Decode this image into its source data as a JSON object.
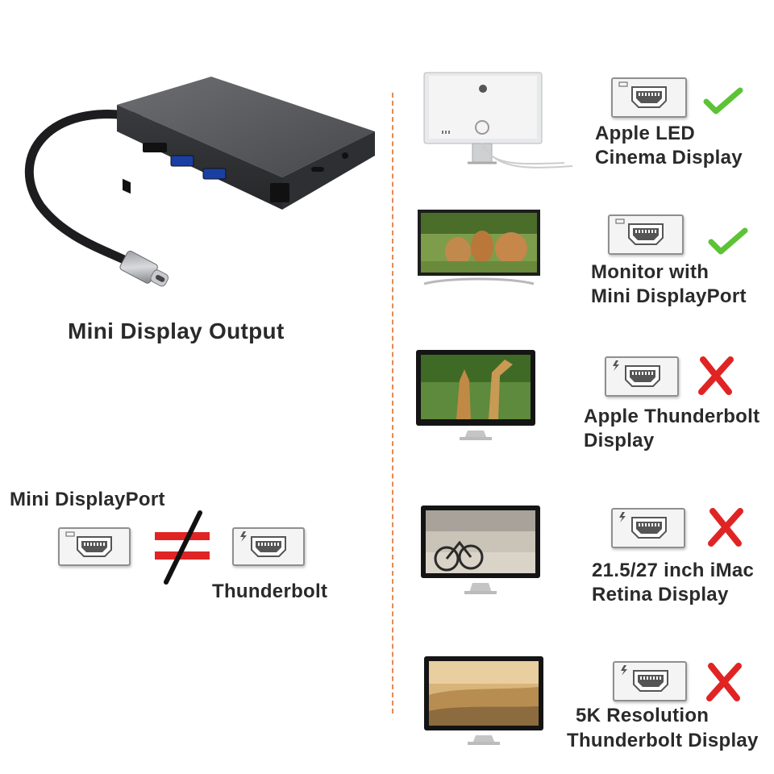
{
  "left": {
    "title": "Mini Display Output",
    "compare_top_label": "Mini DisplayPort",
    "compare_bottom_label": "Thunderbolt"
  },
  "rows": [
    {
      "line1": "Apple LED",
      "line2": "Cinema Display",
      "port": "mini-displayport",
      "status": "compatible",
      "status_color": "#5cc336"
    },
    {
      "line1": "Monitor with",
      "line2": "Mini DisplayPort",
      "port": "mini-displayport",
      "status": "compatible",
      "status_color": "#5cc336"
    },
    {
      "line1": "Apple Thunderbolt",
      "line2": "Display",
      "port": "thunderbolt",
      "status": "incompatible",
      "status_color": "#e02424"
    },
    {
      "line1": "21.5/27 inch iMac",
      "line2": "Retina Display",
      "port": "thunderbolt",
      "status": "incompatible",
      "status_color": "#e02424"
    },
    {
      "line1": "5K Resolution",
      "line2": "Thunderbolt Display",
      "port": "thunderbolt",
      "status": "incompatible",
      "status_color": "#e02424"
    }
  ],
  "colors": {
    "divider": "#e58a50",
    "neq": "#e02424",
    "hub": "#4e4f52"
  }
}
